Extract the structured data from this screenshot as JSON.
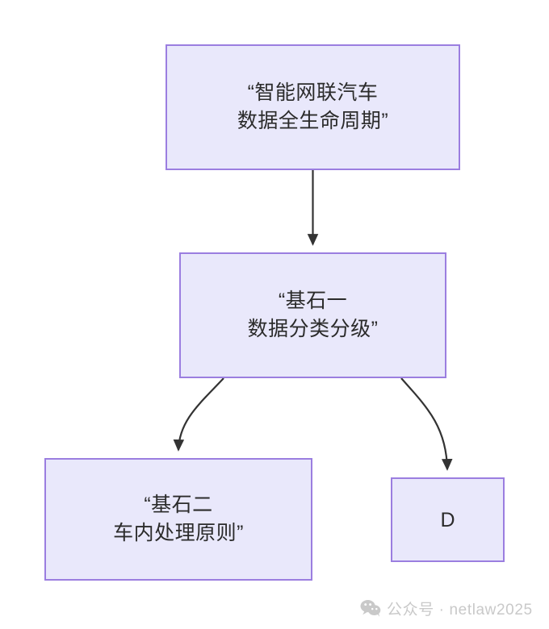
{
  "diagram": {
    "type": "flowchart",
    "direction": "top-down",
    "background_color": "#ffffff",
    "node_fill_color": "#e9e8fb",
    "node_border_color": "#9b7ee0",
    "edge_color": "#333333",
    "text_color": "#2b2b2b",
    "nodes": [
      {
        "id": "root",
        "lines": [
          "“智能网联汽车",
          "数据全生命周期”"
        ],
        "shape": "rectangle"
      },
      {
        "id": "pillar1",
        "lines": [
          "“基石一",
          "数据分类分级”"
        ],
        "shape": "rectangle"
      },
      {
        "id": "pillar2",
        "lines": [
          "“基石二",
          "车内处理原则”"
        ],
        "shape": "rectangle"
      },
      {
        "id": "d",
        "lines": [
          "D"
        ],
        "shape": "rectangle"
      }
    ],
    "edges": [
      {
        "from": "root",
        "to": "pillar1",
        "style": "straight",
        "arrow": "solid-triangle",
        "label": ""
      },
      {
        "from": "pillar1",
        "to": "pillar2",
        "style": "curved",
        "arrow": "solid-triangle",
        "label": ""
      },
      {
        "from": "pillar1",
        "to": "d",
        "style": "curved",
        "arrow": "solid-triangle",
        "label": ""
      }
    ]
  },
  "watermark": {
    "icon": "wechat-icon",
    "text": "公众号 · netlaw2025",
    "color": "#c9c9c9"
  }
}
